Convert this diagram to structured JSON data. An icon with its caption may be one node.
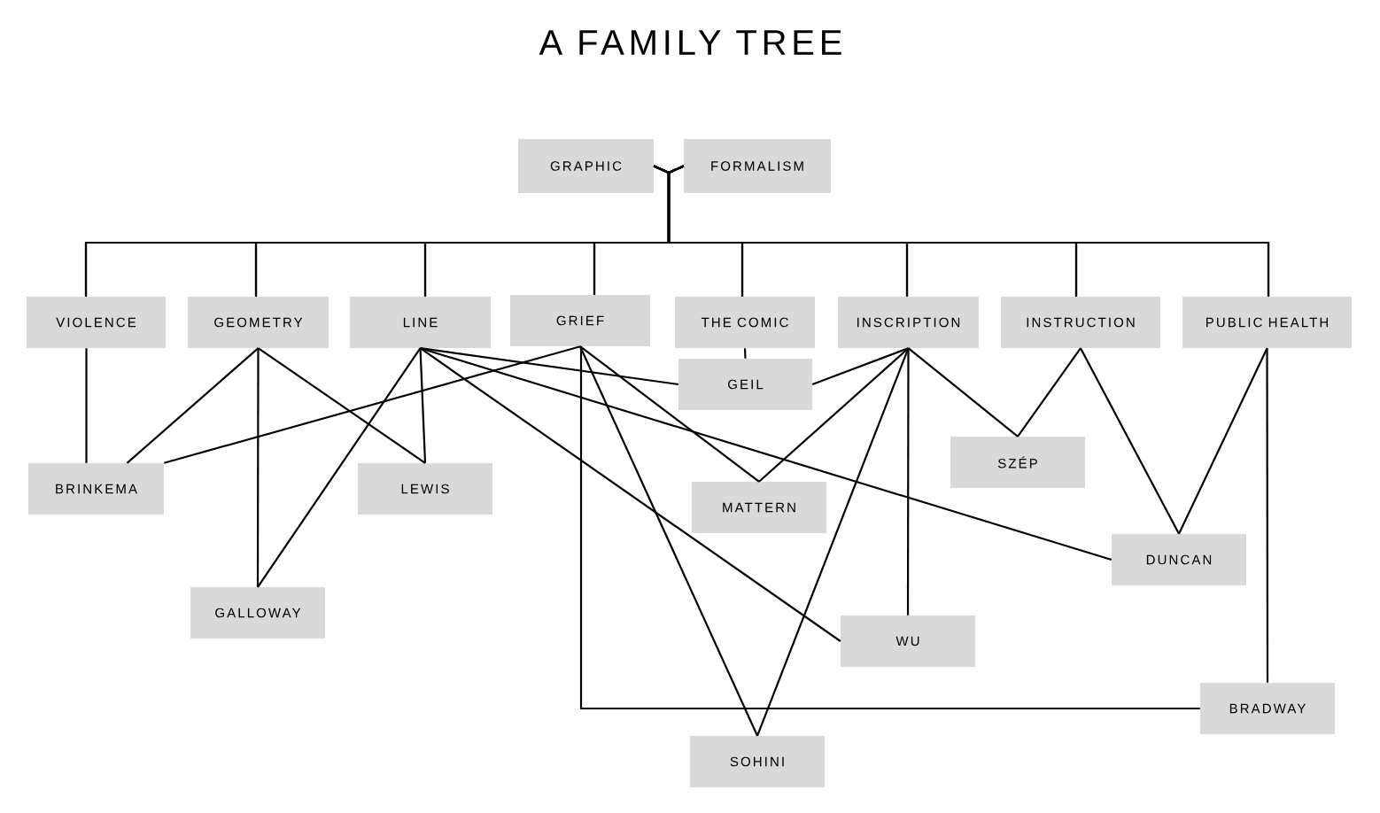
{
  "diagram": {
    "title": "A FAMILY TREE",
    "nodes": [
      {
        "text": [
          "GRAPHIC"
        ]
      },
      {
        "text": [
          "FORMALISM"
        ]
      },
      {
        "text": [
          "VIOLENCE"
        ]
      },
      {
        "text": [
          "GEOMETRY"
        ]
      },
      {
        "text": [
          "LINE"
        ]
      },
      {
        "text": [
          "GRIEF"
        ]
      },
      {
        "text": [
          "THE COMIC"
        ]
      },
      {
        "text": [
          "INSCRIPTION"
        ]
      },
      {
        "text": [
          "INSTRUCTION"
        ]
      },
      {
        "text": [
          "PUBLIC HEALTH"
        ]
      },
      {
        "text": [
          "GEIL"
        ]
      },
      {
        "text": [
          "BRINKEMA"
        ]
      },
      {
        "text": [
          "LEWIS"
        ]
      },
      {
        "text": [
          "SZÉP"
        ]
      },
      {
        "text": [
          "MATTERN"
        ]
      },
      {
        "text": [
          "DUNCAN"
        ]
      },
      {
        "text": [
          "GALLOWAY"
        ]
      },
      {
        "text": [
          "WU"
        ]
      },
      {
        "text": [
          "BRADWAY"
        ]
      },
      {
        "text": [
          "SOHINI"
        ]
      }
    ],
    "edges": [
      {
        "from": 0,
        "to": 2,
        "arrow": "none"
      },
      {
        "from": 0,
        "to": 3,
        "arrow": "none"
      },
      {
        "from": 0,
        "to": 4,
        "arrow": "none"
      },
      {
        "from": 0,
        "to": 5,
        "arrow": "none"
      },
      {
        "from": 0,
        "to": 6,
        "arrow": "none"
      },
      {
        "from": 0,
        "to": 7,
        "arrow": "none"
      },
      {
        "from": 0,
        "to": 8,
        "arrow": "none"
      },
      {
        "from": 0,
        "to": 9,
        "arrow": "none"
      },
      {
        "from": 1,
        "to": 2,
        "arrow": "none"
      },
      {
        "from": 1,
        "to": 3,
        "arrow": "none"
      },
      {
        "from": 1,
        "to": 4,
        "arrow": "none"
      },
      {
        "from": 1,
        "to": 5,
        "arrow": "none"
      },
      {
        "from": 1,
        "to": 6,
        "arrow": "none"
      },
      {
        "from": 1,
        "to": 7,
        "arrow": "none"
      },
      {
        "from": 1,
        "to": 8,
        "arrow": "none"
      },
      {
        "from": 1,
        "to": 9,
        "arrow": "none"
      },
      {
        "from": 6,
        "to": 10,
        "arrow": "none"
      },
      {
        "from": 2,
        "to": 11,
        "arrow": "none"
      },
      {
        "from": 3,
        "to": 11,
        "arrow": "none"
      },
      {
        "from": 3,
        "to": 16,
        "arrow": "none"
      },
      {
        "from": 3,
        "to": 12,
        "arrow": "none"
      },
      {
        "from": 4,
        "to": 16,
        "arrow": "none"
      },
      {
        "from": 4,
        "to": 12,
        "arrow": "none"
      },
      {
        "from": 4,
        "to": 10,
        "arrow": "none"
      },
      {
        "from": 4,
        "to": 15,
        "arrow": "none"
      },
      {
        "from": 4,
        "to": 17,
        "arrow": "none"
      },
      {
        "from": 5,
        "to": 11,
        "arrow": "none"
      },
      {
        "from": 5,
        "to": 14,
        "arrow": "none"
      },
      {
        "from": 5,
        "to": 19,
        "arrow": "none"
      },
      {
        "from": 5,
        "to": 18,
        "arrow": "none"
      },
      {
        "from": 7,
        "to": 10,
        "arrow": "none"
      },
      {
        "from": 7,
        "to": 14,
        "arrow": "none"
      },
      {
        "from": 7,
        "to": 19,
        "arrow": "none"
      },
      {
        "from": 7,
        "to": 17,
        "arrow": "none"
      },
      {
        "from": 7,
        "to": 13,
        "arrow": "none"
      },
      {
        "from": 8,
        "to": 13,
        "arrow": "none"
      },
      {
        "from": 8,
        "to": 15,
        "arrow": "none"
      },
      {
        "from": 9,
        "to": 15,
        "arrow": "none"
      },
      {
        "from": 9,
        "to": 18,
        "arrow": "none"
      }
    ]
  }
}
